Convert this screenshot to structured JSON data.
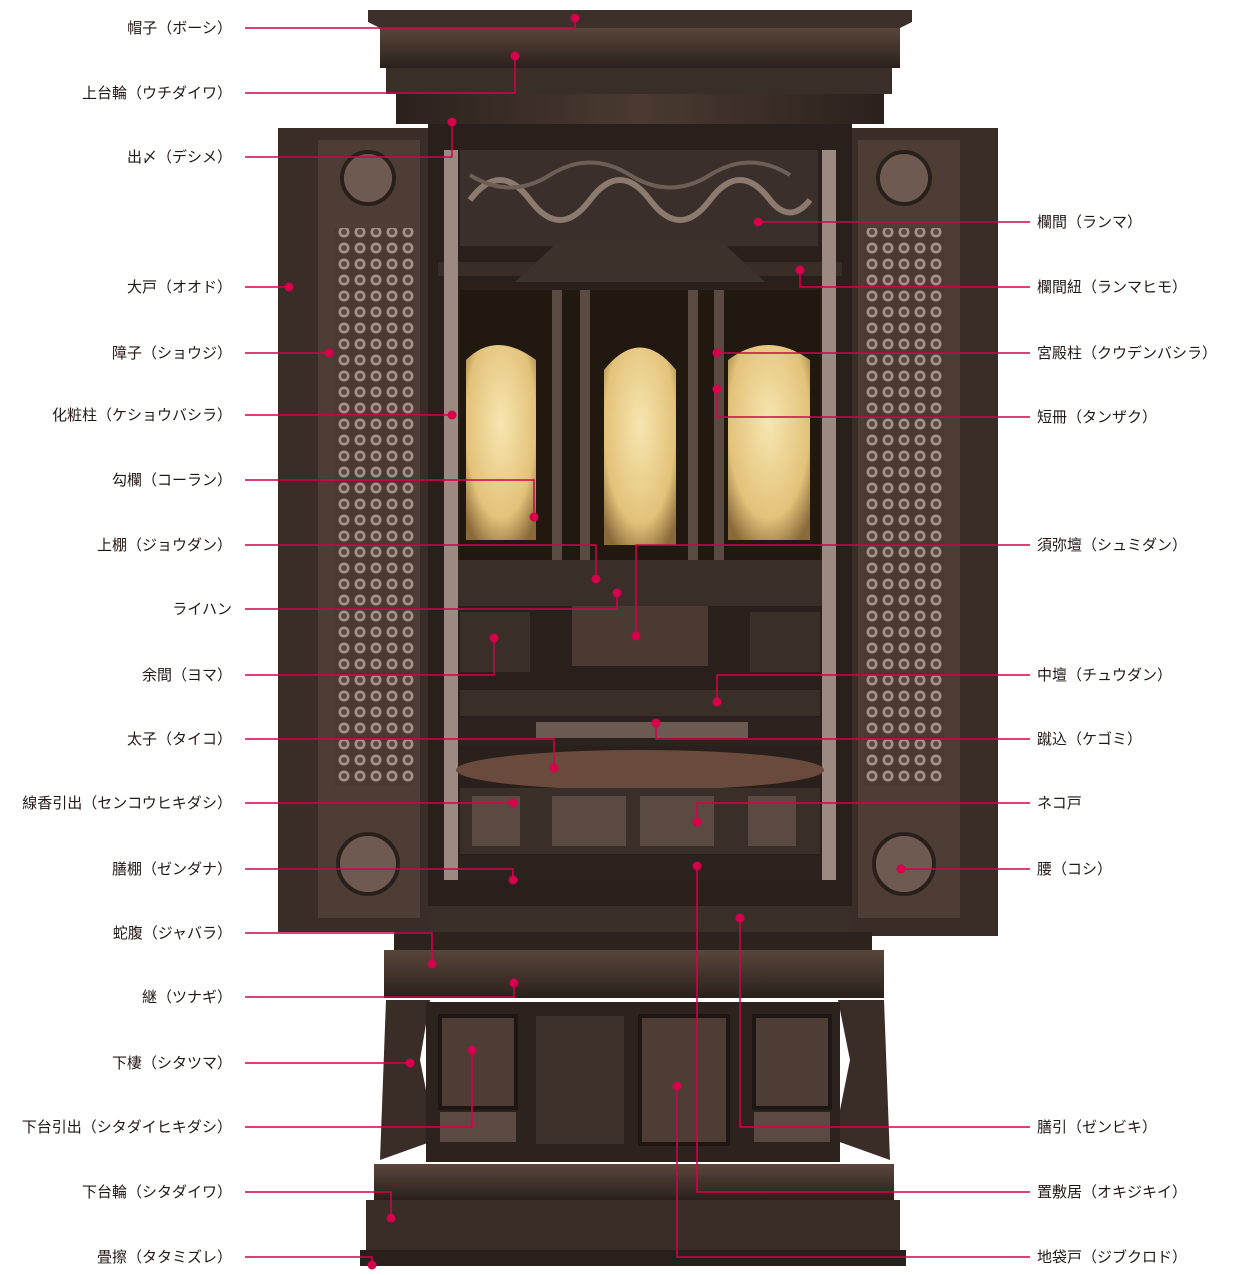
{
  "accent_color": "#d6004d",
  "labels_left": [
    {
      "id": "boshi",
      "text": "帽子（ボーシ）"
    },
    {
      "id": "uwadaiwa",
      "text": "上台輪（ウチダイワ）"
    },
    {
      "id": "deshime",
      "text": "出〆（デシメ）"
    },
    {
      "id": "odo",
      "text": "大戸（オオド）"
    },
    {
      "id": "shoji",
      "text": "障子（ショウジ）"
    },
    {
      "id": "keshobashira",
      "text": "化粧柱（ケショウバシラ）"
    },
    {
      "id": "koran",
      "text": "勾欄（コーラン）"
    },
    {
      "id": "jodan",
      "text": "上棚（ジョウダン）"
    },
    {
      "id": "raihan",
      "text": "ライハン"
    },
    {
      "id": "yoma",
      "text": "余間（ヨマ）"
    },
    {
      "id": "taiko",
      "text": "太子（タイコ）"
    },
    {
      "id": "senko",
      "text": "線香引出（センコウヒキダシ）"
    },
    {
      "id": "zendana",
      "text": "膳棚（ゼンダナ）"
    },
    {
      "id": "jabara",
      "text": "蛇腹（ジャバラ）"
    },
    {
      "id": "tsunagi",
      "text": "継（ツナギ）"
    },
    {
      "id": "shitatsuma",
      "text": "下棲（シタツマ）"
    },
    {
      "id": "shitadaihikidashi",
      "text": "下台引出（シタダイヒキダシ）"
    },
    {
      "id": "shitadaiwa",
      "text": "下台輪（シタダイワ）"
    },
    {
      "id": "tatamizure",
      "text": "畳擦（タタミズレ）"
    }
  ],
  "labels_right": [
    {
      "id": "ranma",
      "text": "欄間（ランマ）"
    },
    {
      "id": "ranmahimo",
      "text": "欄間紐（ランマヒモ）"
    },
    {
      "id": "kudenbashira",
      "text": "宮殿柱（クウデンバシラ）"
    },
    {
      "id": "tanzaku",
      "text": "短冊（タンザク）"
    },
    {
      "id": "shumidan",
      "text": "須弥壇（シュミダン）"
    },
    {
      "id": "chudan",
      "text": "中壇（チュウダン）"
    },
    {
      "id": "kegomi",
      "text": "蹴込（ケゴミ）"
    },
    {
      "id": "nekodo",
      "text": "ネコ戸"
    },
    {
      "id": "koshi",
      "text": "腰（コシ）"
    },
    {
      "id": "zenbiki",
      "text": "膳引（ゼンビキ）"
    },
    {
      "id": "okijikii",
      "text": "置敷居（オキジキイ）"
    },
    {
      "id": "jibukuro",
      "text": "地袋戸（ジブクロド）"
    }
  ]
}
